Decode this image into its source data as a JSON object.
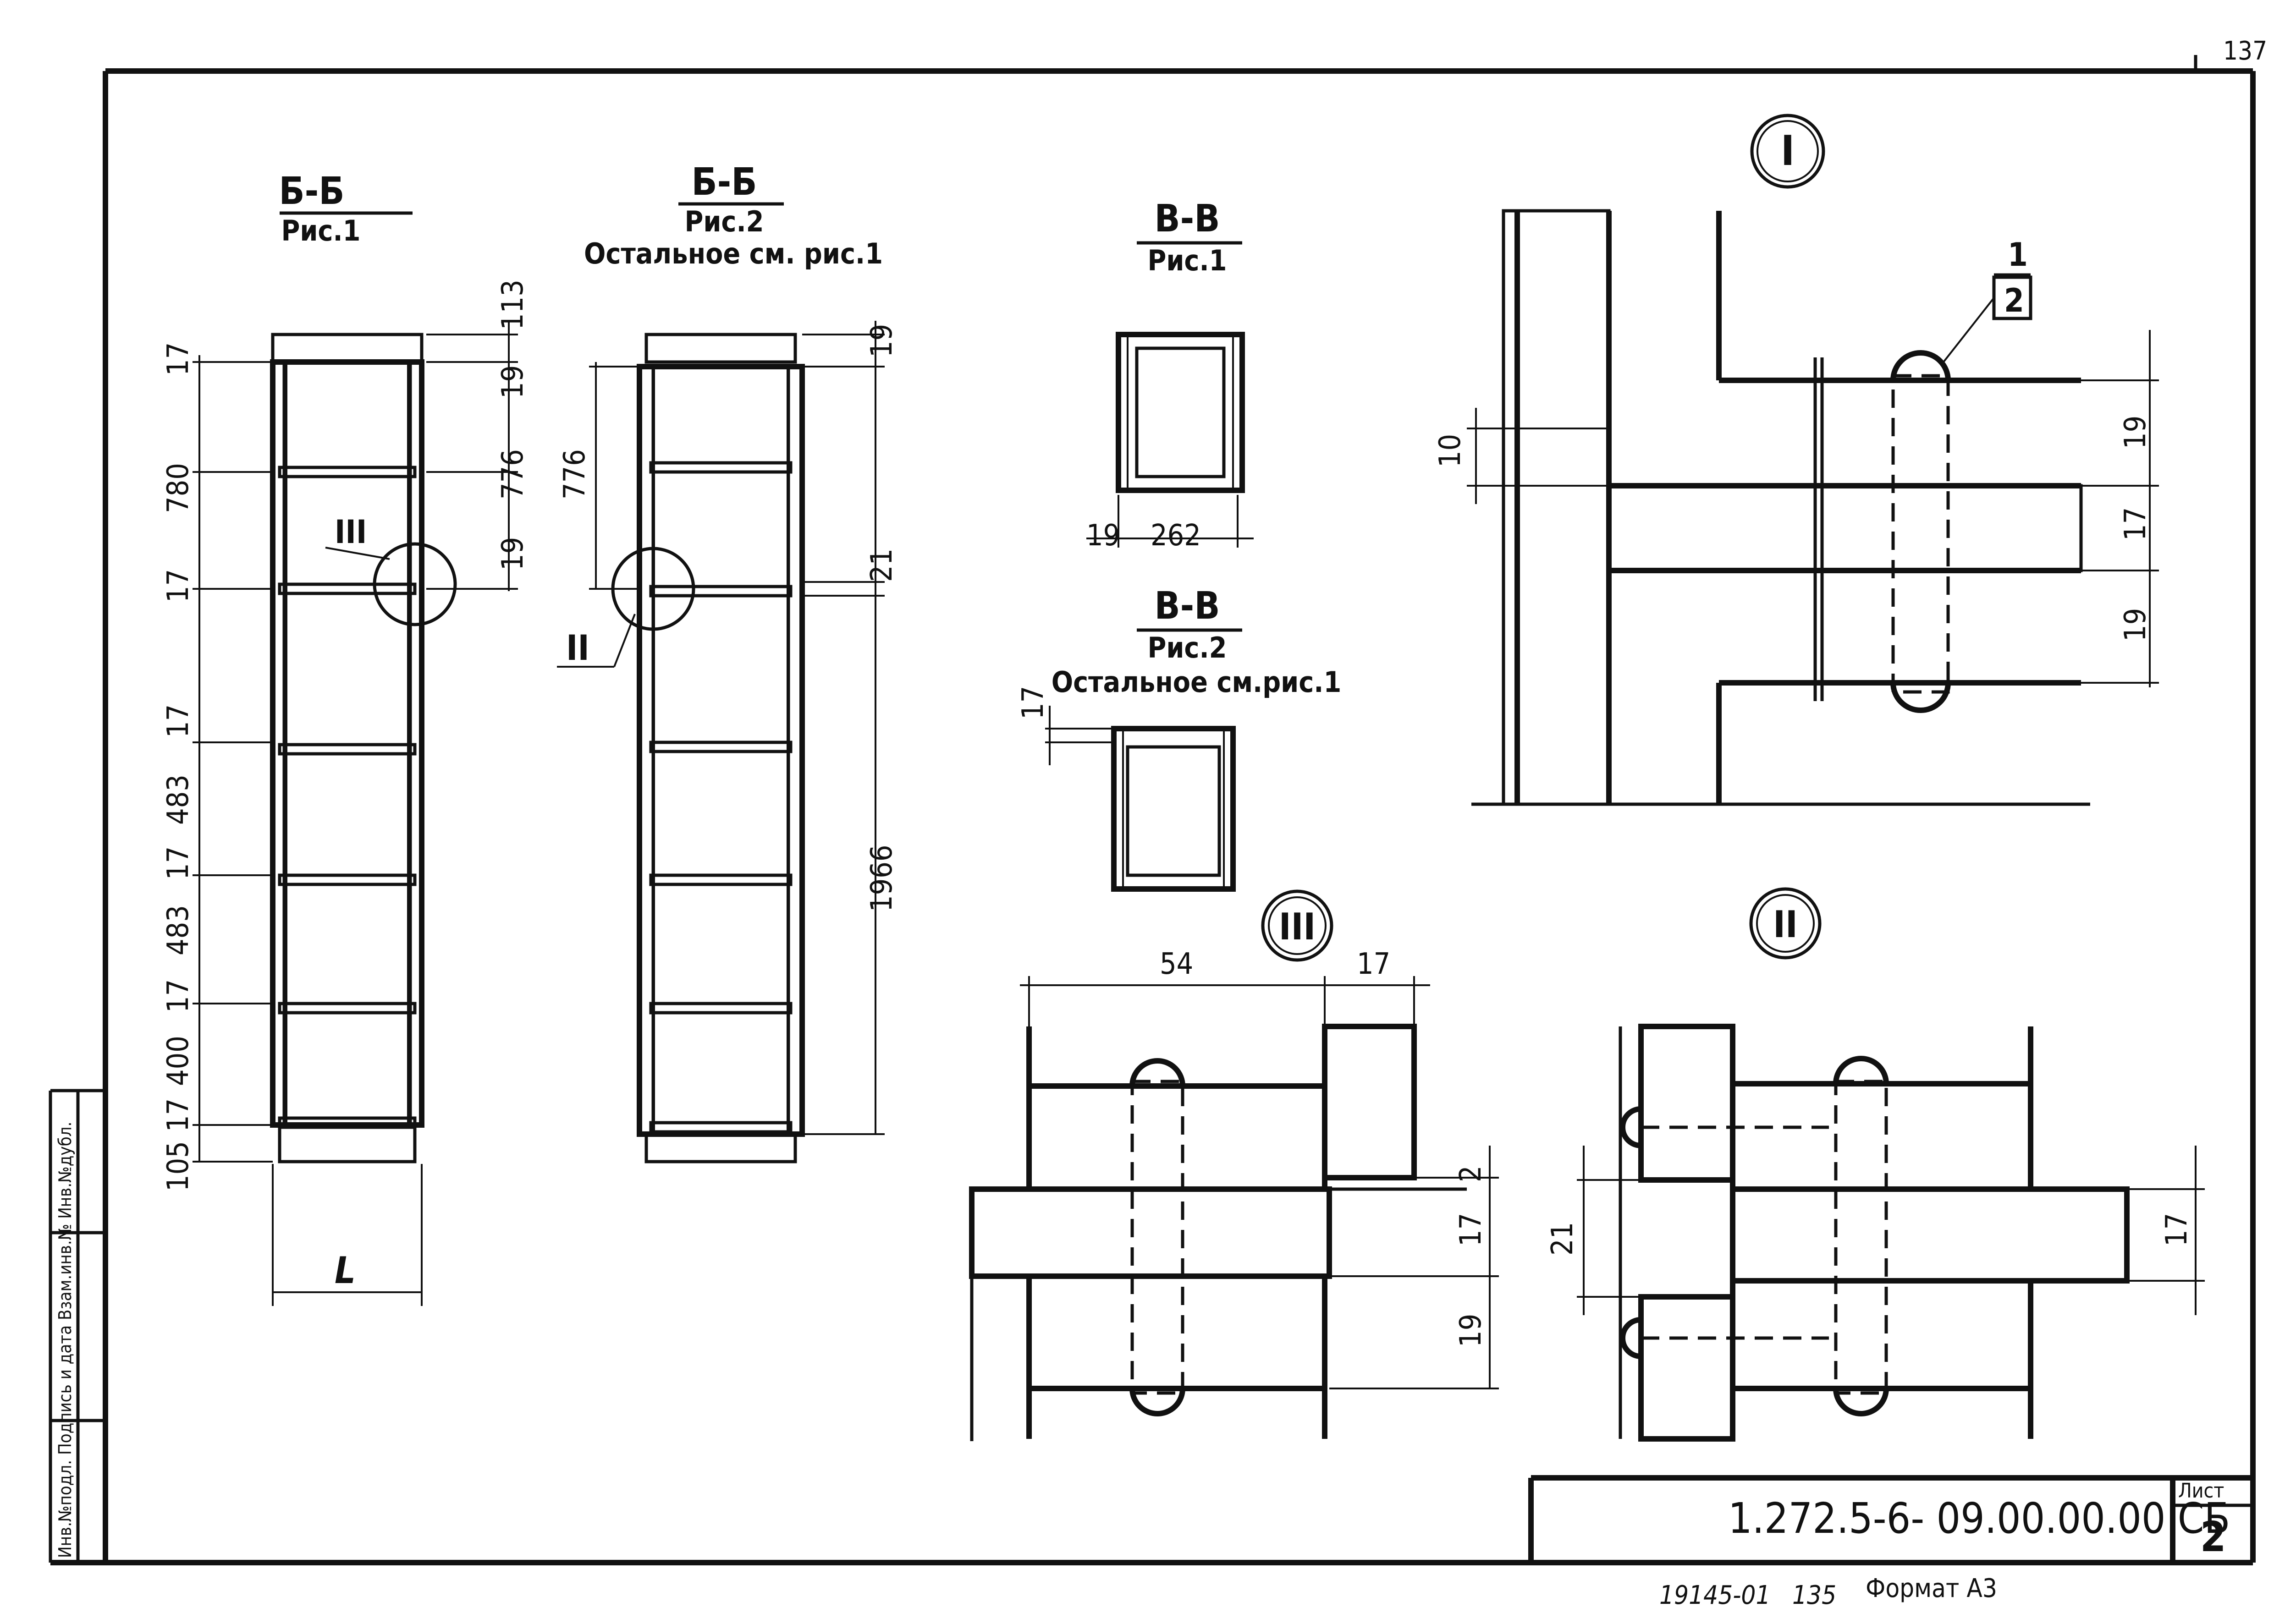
{
  "sheet": {
    "page_number_corner": "137",
    "designation": "1.272.5-6- 09.00.00.00 СБ",
    "sheet_label": "Лист",
    "sheet_number": "2",
    "footer_code": "19145-01",
    "footer_num": "135",
    "footer_format": "Формат А3"
  },
  "left_strip": {
    "text": "Инв.№подл. Подпись и дата Взам.инв.№ Инв.№дубл."
  },
  "views": {
    "bb1": {
      "title": "Б-Б",
      "sub": "Рис.1"
    },
    "bb2": {
      "title": "Б-Б",
      "sub": "Рис.2",
      "note": "Остальное см. рис.1"
    },
    "vv1": {
      "title": "В-В",
      "sub": "Рис.1"
    },
    "vv2": {
      "title": "В-В",
      "sub": "Рис.2",
      "note": "Остальное см.рис.1"
    }
  },
  "callouts": {
    "detail_I": "I",
    "detail_II": "II",
    "detail_III": "III",
    "leader_1": "1",
    "leader_2": "2"
  },
  "dims": {
    "bb1_left": [
      "17",
      "780",
      "17",
      "17",
      "483",
      "17",
      "483",
      "17",
      "400",
      "17",
      "105"
    ],
    "bb1_right": [
      "113",
      "19",
      "776",
      "19"
    ],
    "bb1_width": "L",
    "bb2_left": [
      "776"
    ],
    "bb2_right": [
      "19",
      "21",
      "1966"
    ],
    "vv1_left": "19",
    "vv1_width": "262",
    "vv2_top": "17",
    "detI": [
      "10",
      "19",
      "17",
      "19"
    ],
    "detIII": [
      "54",
      "17",
      "2",
      "17",
      "19"
    ],
    "detII": [
      "21",
      "17"
    ]
  }
}
